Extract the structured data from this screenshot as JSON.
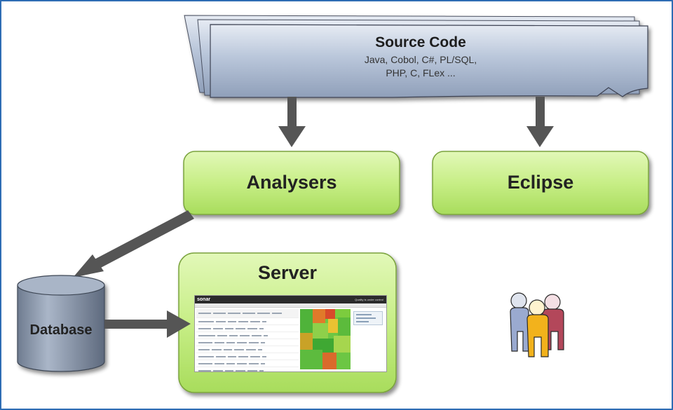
{
  "diagram": {
    "source_code": {
      "title": "Source Code",
      "languages_line1": "Java,  Cobol, C#,  PL/SQL,",
      "languages_line2": "PHP,  C,  FLex  ..."
    },
    "analysers": {
      "label": "Analysers"
    },
    "eclipse": {
      "label": "Eclipse"
    },
    "server": {
      "label": "Server",
      "screenshot": {
        "logo": "sonar",
        "tagline": "Quality is under control"
      }
    },
    "database": {
      "label": "Database"
    },
    "icons": {
      "users": "people-group-icon"
    },
    "colors": {
      "frame_border": "#2e6db4",
      "green_box_fill": "#c9f08a",
      "green_box_border": "#7aa33c",
      "source_box_fill": "#b5c3d8",
      "arrow_gray": "#555555",
      "database_fill": "#7e8a9c"
    }
  }
}
